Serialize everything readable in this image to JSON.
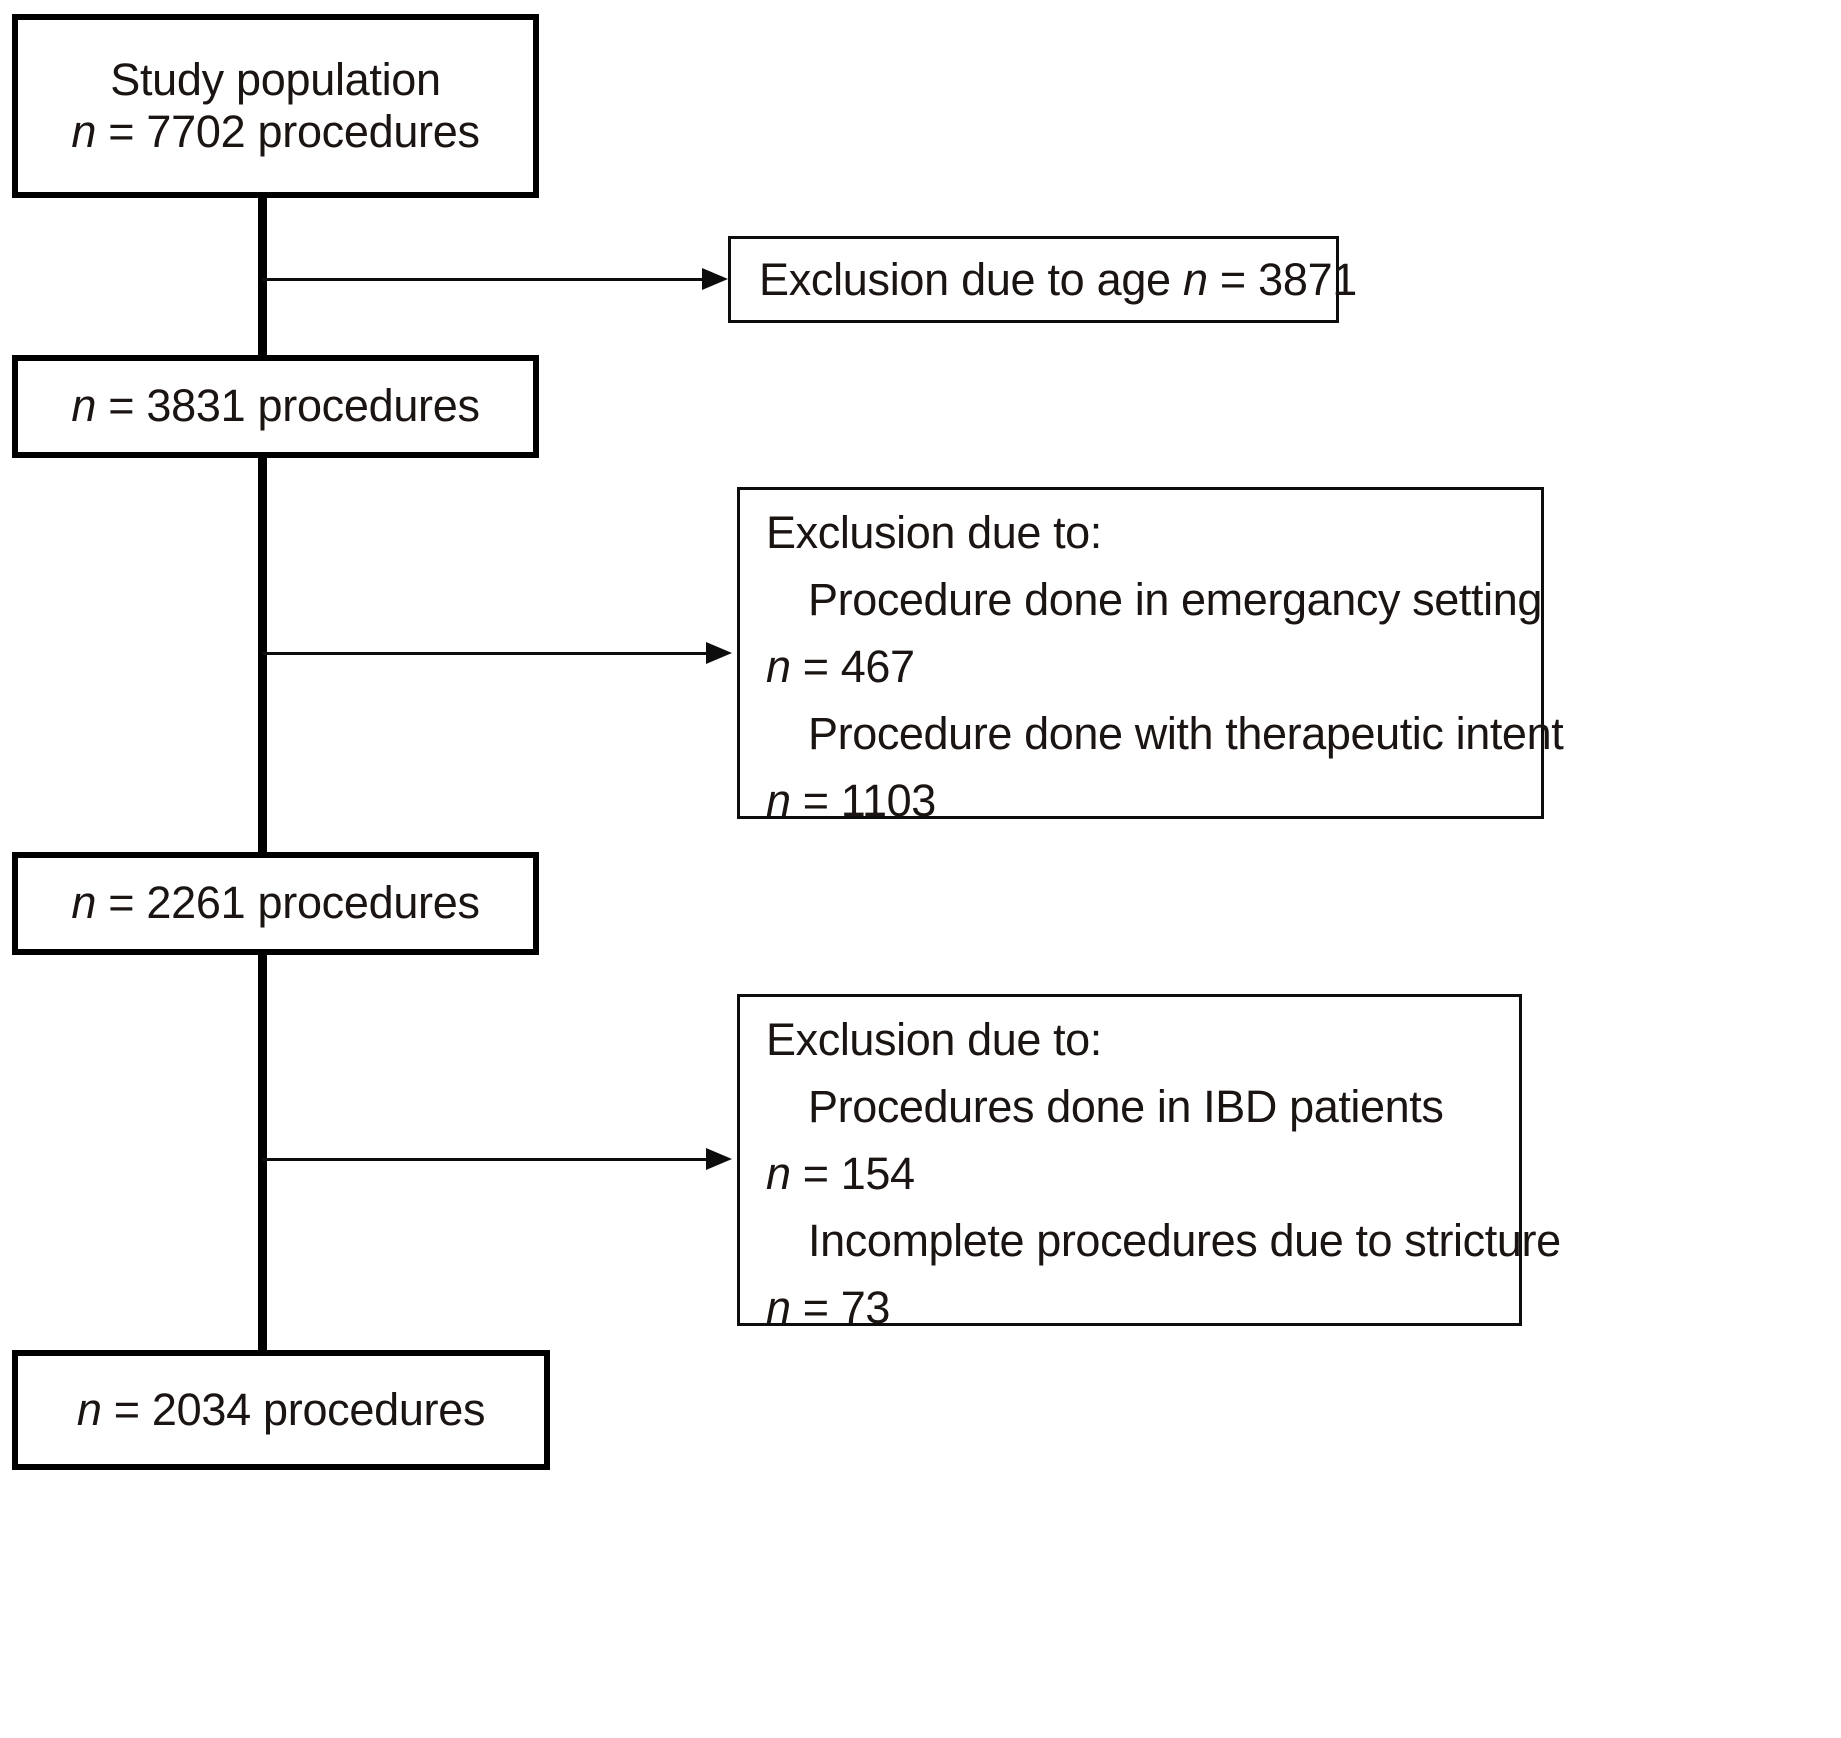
{
  "figure": {
    "type": "flowchart",
    "title": "Study population flow diagram"
  },
  "primary_boxes": [
    {
      "id": "study-population",
      "line1": "Study population",
      "line2_prefix": "n",
      "line2_rest": " = 7702 procedures",
      "n_label": "n",
      "count": "7702",
      "unit": "procedures"
    },
    {
      "id": "after-age-exclusion",
      "line2_prefix": "n",
      "line2_rest": " = 3831 procedures",
      "n_label": "n",
      "count": "3831",
      "unit": "procedures"
    },
    {
      "id": "after-setting-exclusion",
      "line2_prefix": "n",
      "line2_rest": " = 2261 procedures",
      "n_label": "n",
      "count": "2261",
      "unit": "procedures"
    },
    {
      "id": "final-cohort",
      "line2_prefix": "n",
      "line2_rest": " = 2034 procedures",
      "n_label": "n",
      "count": "2034",
      "unit": "procedures"
    }
  ],
  "exclusion_boxes": [
    {
      "id": "exclusion-age",
      "text_prefix": "Exclusion due to age ",
      "n_label": "n",
      "text_suffix": " = 3871",
      "count": "3871"
    },
    {
      "id": "exclusion-setting-intent",
      "heading": "Exclusion due to:",
      "items": [
        {
          "reason": "Procedure done in emergancy setting",
          "n_label": "n",
          "eq": " = 467",
          "count": "467"
        },
        {
          "reason": "Procedure done with therapeutic intent",
          "n_label": "n",
          "eq": " = 1103",
          "count": "1103"
        }
      ]
    },
    {
      "id": "exclusion-ibd-stricture",
      "heading": "Exclusion due to:",
      "items": [
        {
          "reason": "Procedures done in IBD patients",
          "n_label": "n",
          "eq": " = 154",
          "count": "154"
        },
        {
          "reason": "Incomplete procedures due to stricture",
          "n_label": "n",
          "eq": " = 73",
          "count": "73"
        }
      ]
    }
  ],
  "colors": {
    "stroke": "#000000",
    "thin_stroke": "#0d0d0d",
    "background": "#ffffff",
    "text": "#1a1412"
  }
}
